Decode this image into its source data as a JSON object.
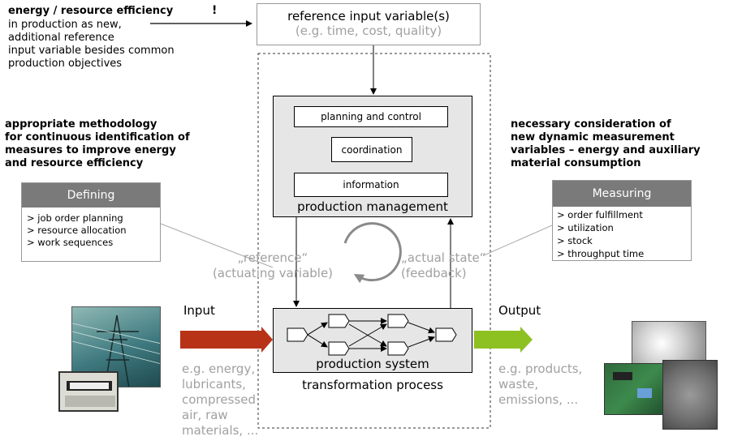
{
  "top_note": {
    "title": "energy / resource efficiency",
    "mark": "!",
    "lines": [
      "in production as new,",
      "additional reference",
      "input variable besides common",
      "production objectives"
    ]
  },
  "reference_box": {
    "title": "reference input variable(s)",
    "subtitle": "(e.g. time, cost, quality)"
  },
  "left_note": {
    "lines": [
      "appropriate methodology",
      "for continuous identification of",
      "measures to improve energy",
      "and resource efficiency"
    ]
  },
  "right_note": {
    "lines": [
      "necessary consideration of",
      "new dynamic measurement",
      "variables – energy and auxiliary",
      "material consumption"
    ]
  },
  "production_management": {
    "label": "production management",
    "planning": "planning and control",
    "coordination": "coordination",
    "information": "information"
  },
  "defining": {
    "header": "Defining",
    "items": [
      "> job order planning",
      "> resource allocation",
      "> work sequences"
    ]
  },
  "measuring": {
    "header": "Measuring",
    "items": [
      "> order fulfillment",
      "> utilization",
      "> stock",
      "> throughput time"
    ]
  },
  "loop": {
    "reference": "„reference“",
    "actuating": "(actuating variable)",
    "actual": "„actual state“",
    "feedback": "(feedback)"
  },
  "input": {
    "label": "Input",
    "examples": [
      "e.g. energy,",
      "lubricants,",
      "compressed",
      "air, raw",
      "materials, ..."
    ]
  },
  "output": {
    "label": "Output",
    "examples": [
      "e.g. products,",
      "waste,",
      "emissions, ..."
    ]
  },
  "production_system": {
    "label": "production system",
    "caption": "transformation process"
  },
  "colors": {
    "input_arrow": "#b83218",
    "output_arrow": "#8dc021",
    "header_gray": "#7a7a7a",
    "light_gray_text": "#a0a0a0",
    "box_fill": "#e6e6e6"
  }
}
